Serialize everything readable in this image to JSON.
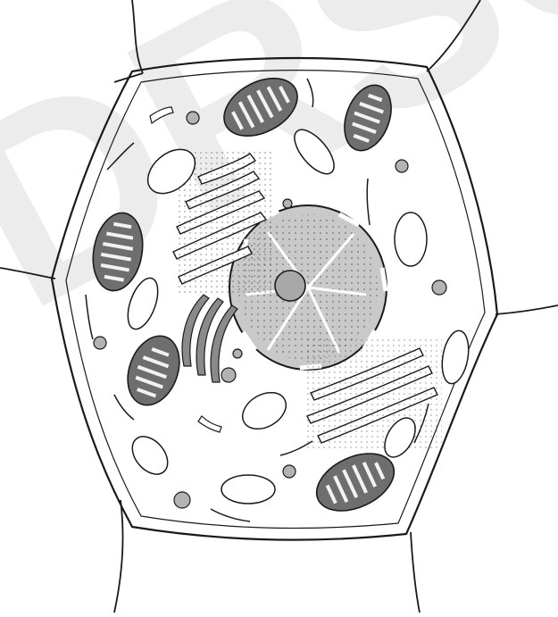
{
  "figure": {
    "kind": "line-art illustration",
    "subject": "animal-cell-ultrastructure",
    "labels": []
  },
  "watermark": {
    "text": "DRSC",
    "color": "#ececec"
  },
  "palette": {
    "ink": "#1a1a1a",
    "paper": "#ffffff",
    "nucleus_fill": "#c9c9c9",
    "nucleolus_fill": "#a8a8a8",
    "mitochondria_fill": "#6e6e6e",
    "golgi_fill": "#8a8a8a",
    "vesicle_fill": "#b3b3b3"
  }
}
